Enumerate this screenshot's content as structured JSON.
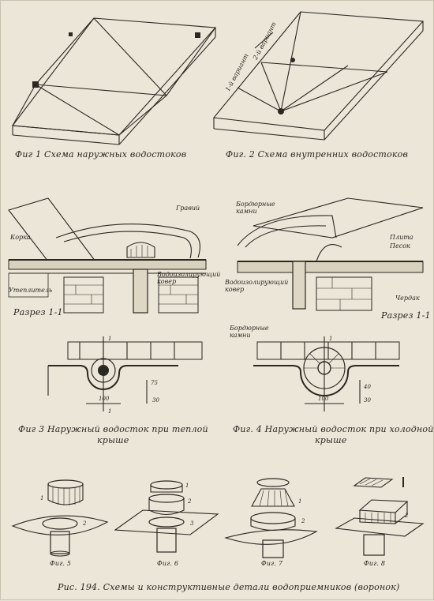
{
  "captions": {
    "fig1": "Фиг 1 Схема наружных водостоков",
    "fig2": "Фиг. 2 Схема внутренних водостоков",
    "fig3_line1": "Фиг 3 Наружный водосток при теплой",
    "fig3_line2": "крыше",
    "fig4_line1": "Фиг. 4 Наружный водосток при холодной",
    "fig4_line2": "крыше",
    "fig5": "Фиг. 5",
    "fig6": "Фиг. 6",
    "fig7": "Фиг. 7",
    "fig8": "Фиг. 8",
    "main": "Рис. 194. Схемы и конструктивные детали водоприемников (воронок)"
  },
  "labels": {
    "variant1": "1-й вариант",
    "variant2": "2-й вариант",
    "gravel": "Гравий",
    "crust": "Корка",
    "insulation": "Утеплитель",
    "waterproof_left": "Водоизолирующий ковер",
    "section_left": "Разрез 1-1",
    "curb_stones_top": "Бордюрные камни",
    "slab": "Плита",
    "sand": "Песок",
    "waterproof_right": "Водоизолирующий ковер",
    "attic": "Чердак",
    "section_right": "Разрез 1-1",
    "curb_stones_bottom": "Бордюрные камни",
    "dim_75": "75",
    "dim_100_left": "100",
    "dim_30_left": "30",
    "dim_40": "40",
    "dim_100_right": "100",
    "dim_30_right": "30",
    "cut_mark": "1",
    "num_1": "1",
    "num_2": "2",
    "num_3": "3"
  }
}
